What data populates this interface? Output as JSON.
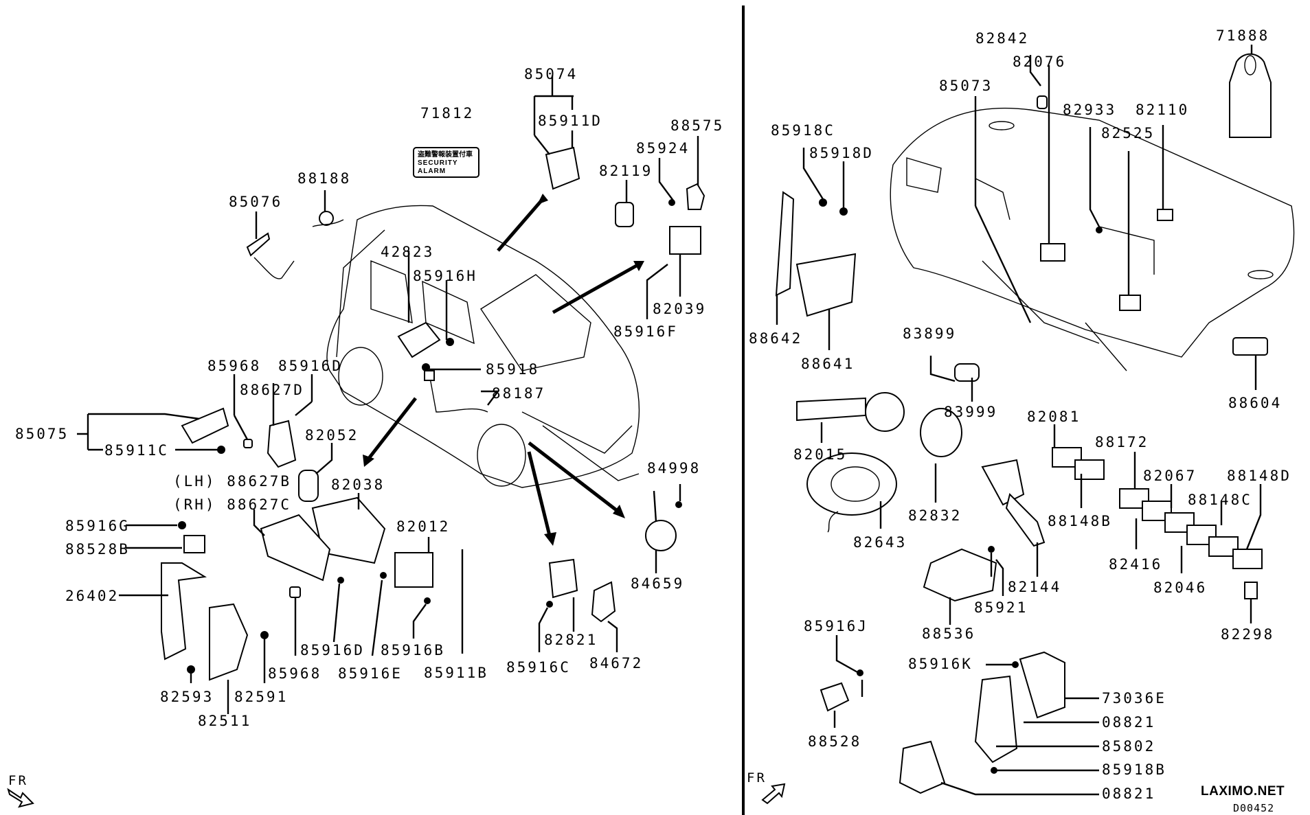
{
  "diagram": {
    "title": "Electrical parts – security alarm, switches & control units",
    "brand": "LAXIMO.NET",
    "diagram_code": "D00452",
    "front_indicator": "FR",
    "icons": [
      "front-direction-arrow-icon",
      "security-alarm-label-icon",
      "caution-tag-icon",
      "horn-icon"
    ],
    "security_label": {
      "line1": "盗難警報装置付車",
      "line2": "SECURITY",
      "line3": "ALARM"
    },
    "left_panel": {
      "labels": [
        {
          "id": "71812",
          "text": "71812"
        },
        {
          "id": "85074",
          "text": "85074"
        },
        {
          "id": "85911D",
          "text": "85911D"
        },
        {
          "id": "88575",
          "text": "88575"
        },
        {
          "id": "85924",
          "text": "85924"
        },
        {
          "id": "82119",
          "text": "82119"
        },
        {
          "id": "88188",
          "text": "88188"
        },
        {
          "id": "85076",
          "text": "85076"
        },
        {
          "id": "42823",
          "text": "42823"
        },
        {
          "id": "85916H",
          "text": "85916H"
        },
        {
          "id": "82039",
          "text": "82039"
        },
        {
          "id": "85916F",
          "text": "85916F"
        },
        {
          "id": "85968a",
          "text": "85968"
        },
        {
          "id": "85916Da",
          "text": "85916D"
        },
        {
          "id": "88627D",
          "text": "88627D"
        },
        {
          "id": "85918",
          "text": "85918"
        },
        {
          "id": "88187",
          "text": "88187"
        },
        {
          "id": "85075",
          "text": "85075"
        },
        {
          "id": "85911C",
          "text": "85911C"
        },
        {
          "id": "82052",
          "text": "82052"
        },
        {
          "id": "88627B",
          "text": "(LH) 88627B"
        },
        {
          "id": "82038",
          "text": "82038"
        },
        {
          "id": "88627C",
          "text": "(RH) 88627C"
        },
        {
          "id": "84998",
          "text": "84998"
        },
        {
          "id": "85916G",
          "text": "85916G"
        },
        {
          "id": "88528B",
          "text": "88528B"
        },
        {
          "id": "82012",
          "text": "82012"
        },
        {
          "id": "84659",
          "text": "84659"
        },
        {
          "id": "26402",
          "text": "26402"
        },
        {
          "id": "82821",
          "text": "82821"
        },
        {
          "id": "84672",
          "text": "84672"
        },
        {
          "id": "85916Db",
          "text": "85916D"
        },
        {
          "id": "85916B",
          "text": "85916B"
        },
        {
          "id": "85911B",
          "text": "85911B"
        },
        {
          "id": "85916C",
          "text": "85916C"
        },
        {
          "id": "85968b",
          "text": "85968"
        },
        {
          "id": "85916E",
          "text": "85916E"
        },
        {
          "id": "82593",
          "text": "82593"
        },
        {
          "id": "82591",
          "text": "82591"
        },
        {
          "id": "82511",
          "text": "82511"
        }
      ]
    },
    "right_panel": {
      "labels": [
        {
          "id": "82842",
          "text": "82842"
        },
        {
          "id": "71888",
          "text": "71888"
        },
        {
          "id": "82076",
          "text": "82076"
        },
        {
          "id": "85073",
          "text": "85073"
        },
        {
          "id": "82933",
          "text": "82933"
        },
        {
          "id": "82110",
          "text": "82110"
        },
        {
          "id": "82525",
          "text": "82525"
        },
        {
          "id": "85918C",
          "text": "85918C"
        },
        {
          "id": "85918D",
          "text": "85918D"
        },
        {
          "id": "88642",
          "text": "88642"
        },
        {
          "id": "88641",
          "text": "88641"
        },
        {
          "id": "83899",
          "text": "83899"
        },
        {
          "id": "83999",
          "text": "83999"
        },
        {
          "id": "88604",
          "text": "88604"
        },
        {
          "id": "82081",
          "text": "82081"
        },
        {
          "id": "88172",
          "text": "88172"
        },
        {
          "id": "82067",
          "text": "82067"
        },
        {
          "id": "88148D",
          "text": "88148D"
        },
        {
          "id": "82015",
          "text": "82015"
        },
        {
          "id": "88148B",
          "text": "88148B"
        },
        {
          "id": "88148C",
          "text": "88148C"
        },
        {
          "id": "82832",
          "text": "82832"
        },
        {
          "id": "82643",
          "text": "82643"
        },
        {
          "id": "82416",
          "text": "82416"
        },
        {
          "id": "82144",
          "text": "82144"
        },
        {
          "id": "82046",
          "text": "82046"
        },
        {
          "id": "85921",
          "text": "85921"
        },
        {
          "id": "88536",
          "text": "88536"
        },
        {
          "id": "82298",
          "text": "82298"
        },
        {
          "id": "85916J",
          "text": "85916J"
        },
        {
          "id": "85916K",
          "text": "85916K"
        },
        {
          "id": "73036E",
          "text": "73036E"
        },
        {
          "id": "08821a",
          "text": "08821"
        },
        {
          "id": "85802",
          "text": "85802"
        },
        {
          "id": "88528",
          "text": "88528"
        },
        {
          "id": "85918B",
          "text": "85918B"
        },
        {
          "id": "08821b",
          "text": "08821"
        }
      ]
    }
  }
}
